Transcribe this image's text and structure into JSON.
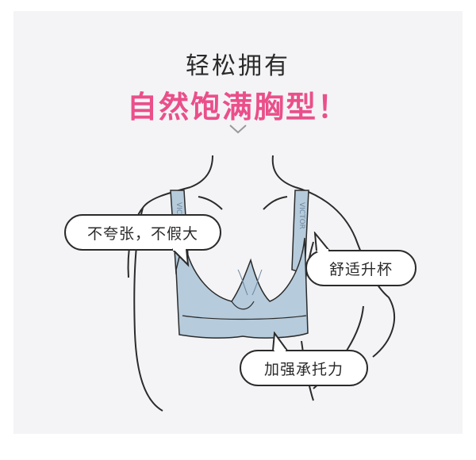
{
  "headline": {
    "line1": "轻松拥有",
    "line2": "自然饱满胸型！"
  },
  "callouts": [
    {
      "text": "不夸张，不假大"
    },
    {
      "text": "舒适升杯"
    },
    {
      "text": "加强承托力"
    }
  ],
  "strap_text": "VICTOR",
  "icons": {
    "scroll_hint": "chevron-down-icon"
  },
  "colors": {
    "accent": "#ea4f8a",
    "bra": "#b6cbdb",
    "outline": "#2b2b2b",
    "background": "#f4f4f6"
  }
}
